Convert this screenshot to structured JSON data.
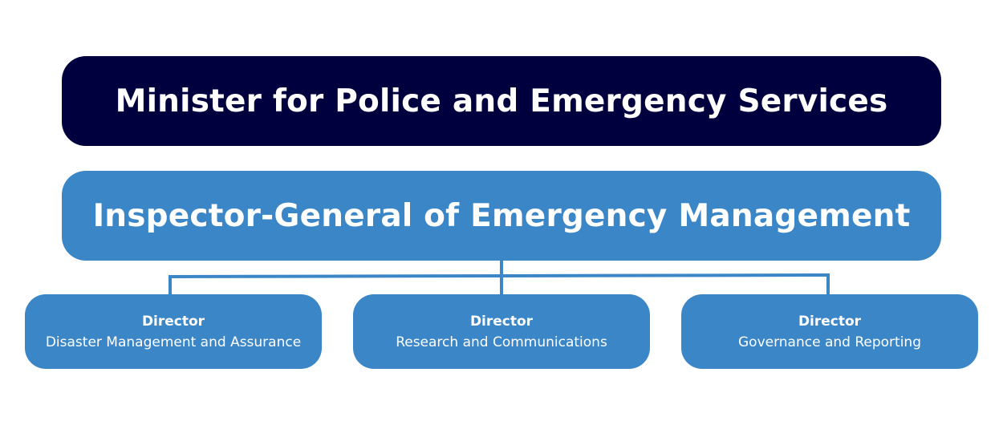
{
  "colors": {
    "minister_fill": "#00003f",
    "inspector_fill": "#3b86c7",
    "director_fill": "#3b86c7",
    "connector": "#3b86c7",
    "text": "#ffffff"
  },
  "minister": {
    "title": "Minister for Police and Emergency Services"
  },
  "inspector": {
    "title": "Inspector-General of Emergency Management"
  },
  "directors": [
    {
      "title": "Director",
      "subtitle": "Disaster Management and Assurance"
    },
    {
      "title": "Director",
      "subtitle": "Research and Communications"
    },
    {
      "title": "Director",
      "subtitle": "Governance and Reporting"
    }
  ]
}
